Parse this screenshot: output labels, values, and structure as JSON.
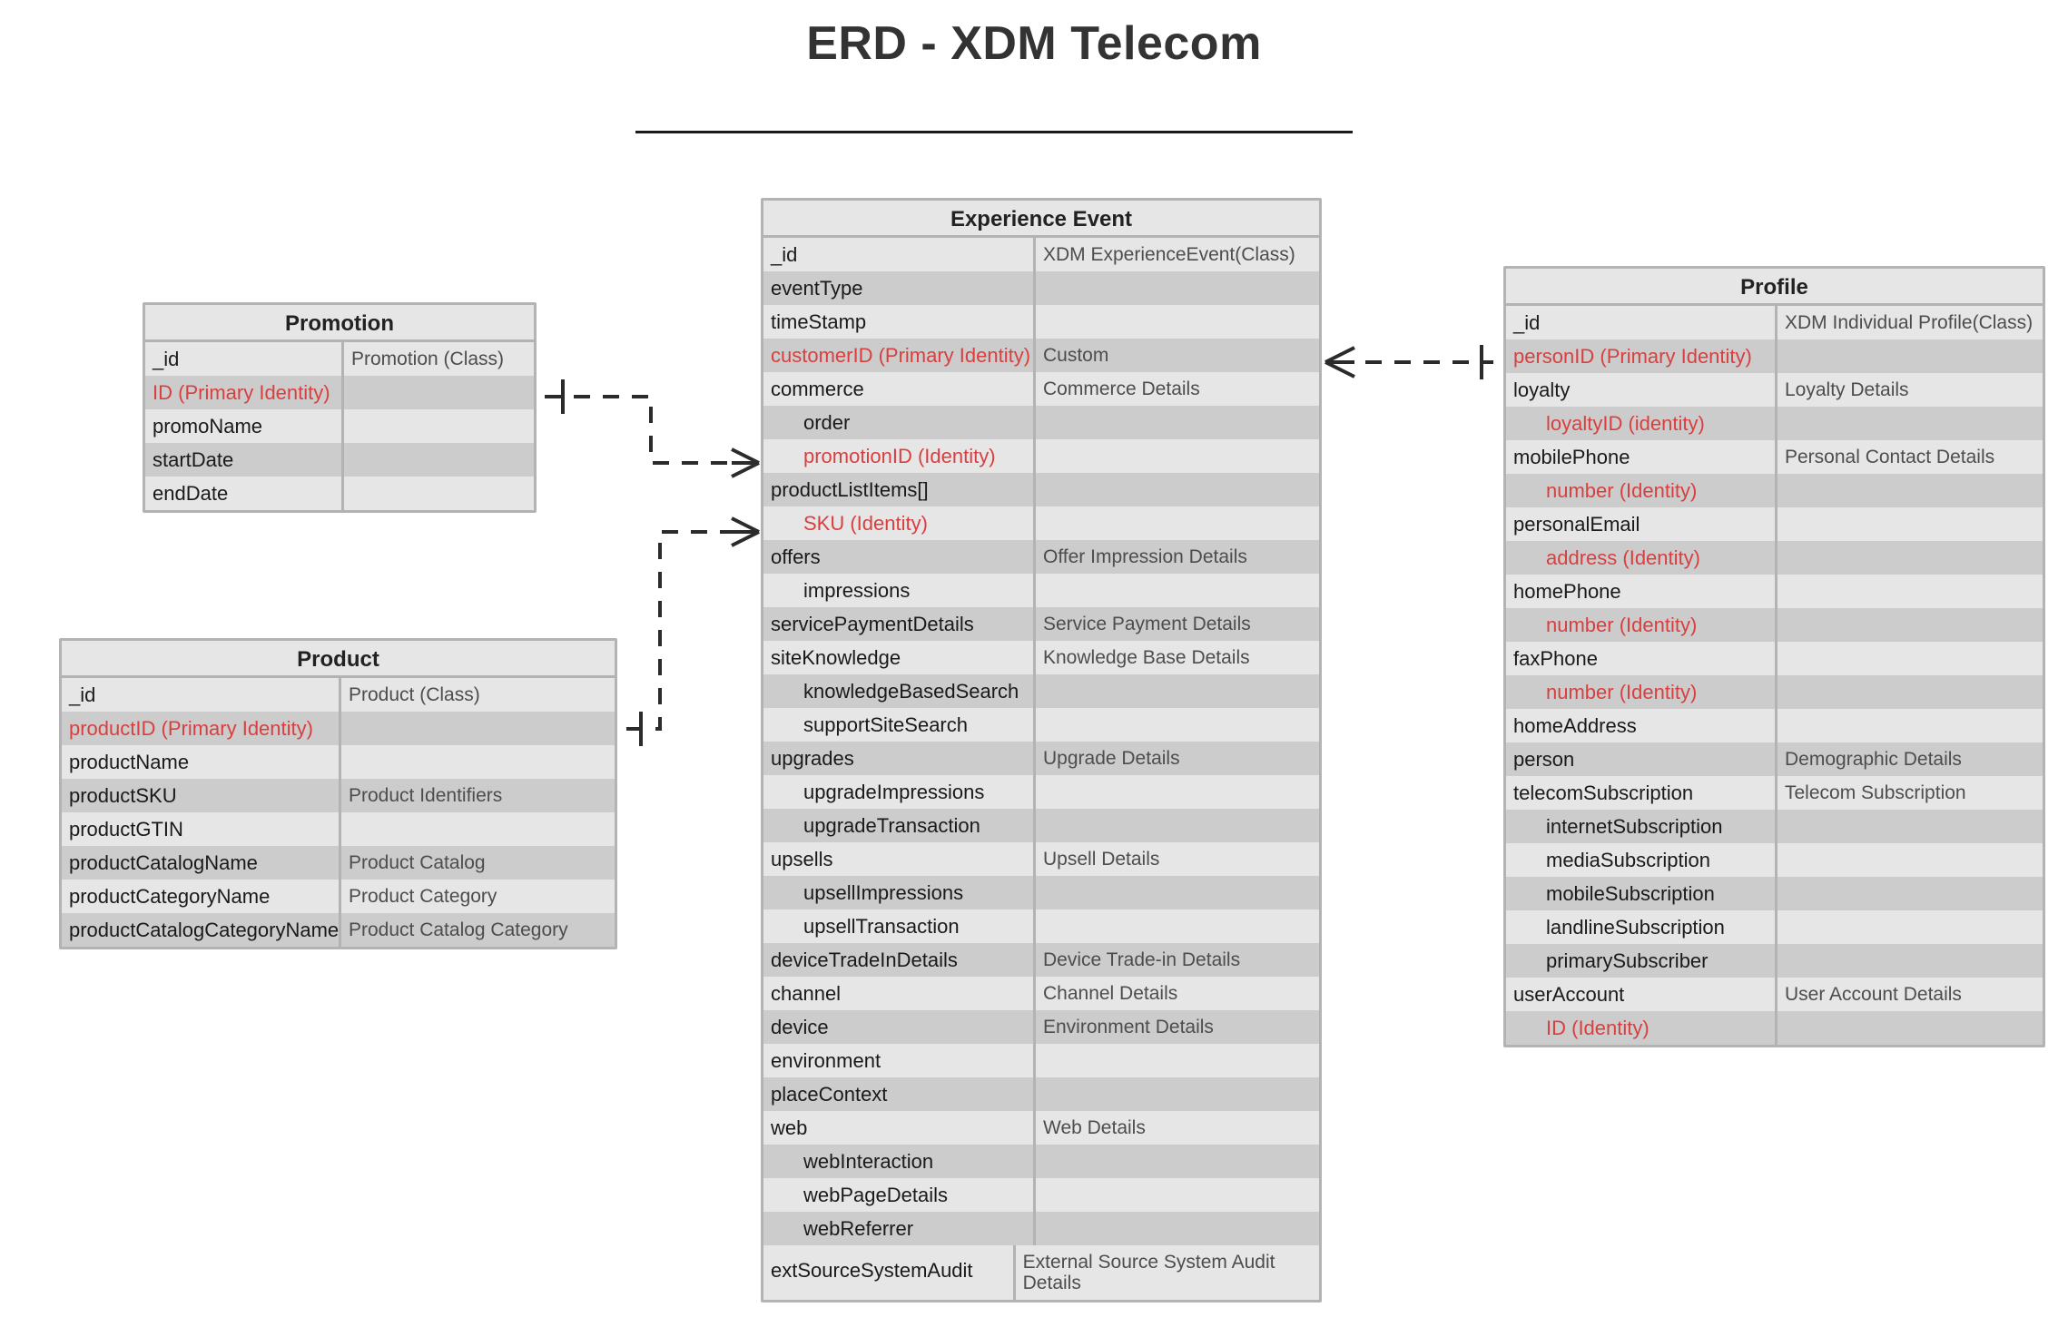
{
  "page": {
    "title": "ERD - XDM Telecom"
  },
  "colors": {
    "identity_red": "#d93f3f",
    "row_light": "#e6e6e6",
    "row_dark": "#cccccc",
    "border": "#b3b3b3",
    "title": "#333333"
  },
  "entities": [
    {
      "id": "promotion",
      "name": "Promotion",
      "rows": [
        {
          "name": "_id",
          "type": "Promotion (Class)",
          "identity": false
        },
        {
          "name": "ID (Primary Identity)",
          "type": "",
          "identity": true
        },
        {
          "name": "promoName",
          "type": "",
          "identity": false
        },
        {
          "name": "startDate",
          "type": "",
          "identity": false
        },
        {
          "name": "endDate",
          "type": "",
          "identity": false
        }
      ]
    },
    {
      "id": "product",
      "name": "Product",
      "rows": [
        {
          "name": "_id",
          "type": "Product (Class)",
          "identity": false
        },
        {
          "name": "productID (Primary Identity)",
          "type": "",
          "identity": true
        },
        {
          "name": "productName",
          "type": "",
          "identity": false
        },
        {
          "name": "productSKU",
          "type": "Product Identifiers",
          "identity": false
        },
        {
          "name": "productGTIN",
          "type": "",
          "identity": false
        },
        {
          "name": "productCatalogName",
          "type": "Product Catalog",
          "identity": false
        },
        {
          "name": "productCategoryName",
          "type": "Product Category",
          "identity": false
        },
        {
          "name": "productCatalogCategoryName",
          "type": "Product Catalog Category",
          "identity": false
        }
      ]
    },
    {
      "id": "experience-event",
      "name": "Experience Event",
      "rows": [
        {
          "name": "_id",
          "type": "XDM ExperienceEvent(Class)",
          "identity": false,
          "indent": 0
        },
        {
          "name": "eventType",
          "type": "",
          "identity": false,
          "indent": 0
        },
        {
          "name": "timeStamp",
          "type": "",
          "identity": false,
          "indent": 0
        },
        {
          "name": "customerID (Primary Identity)",
          "type": "Custom",
          "identity": true,
          "indent": 0
        },
        {
          "name": "commerce",
          "type": "Commerce Details",
          "identity": false,
          "indent": 0
        },
        {
          "name": "order",
          "type": "",
          "identity": false,
          "indent": 1
        },
        {
          "name": "promotionID (Identity)",
          "type": "",
          "identity": true,
          "indent": 1
        },
        {
          "name": "productListItems[]",
          "type": "",
          "identity": false,
          "indent": 0
        },
        {
          "name": "SKU (Identity)",
          "type": "",
          "identity": true,
          "indent": 1
        },
        {
          "name": "offers",
          "type": "Offer Impression Details",
          "identity": false,
          "indent": 0
        },
        {
          "name": "impressions",
          "type": "",
          "identity": false,
          "indent": 1
        },
        {
          "name": "servicePaymentDetails",
          "type": "Service Payment Details",
          "identity": false,
          "indent": 0
        },
        {
          "name": "siteKnowledge",
          "type": "Knowledge Base Details",
          "identity": false,
          "indent": 0
        },
        {
          "name": "knowledgeBasedSearch",
          "type": "",
          "identity": false,
          "indent": 1
        },
        {
          "name": "supportSiteSearch",
          "type": "",
          "identity": false,
          "indent": 1
        },
        {
          "name": "upgrades",
          "type": "Upgrade Details",
          "identity": false,
          "indent": 0
        },
        {
          "name": "upgradeImpressions",
          "type": "",
          "identity": false,
          "indent": 1
        },
        {
          "name": "upgradeTransaction",
          "type": "",
          "identity": false,
          "indent": 1
        },
        {
          "name": "upsells",
          "type": "Upsell Details",
          "identity": false,
          "indent": 0
        },
        {
          "name": "upsellImpressions",
          "type": "",
          "identity": false,
          "indent": 1
        },
        {
          "name": "upsellTransaction",
          "type": "",
          "identity": false,
          "indent": 1
        },
        {
          "name": "deviceTradeInDetails",
          "type": "Device Trade-in Details",
          "identity": false,
          "indent": 0
        },
        {
          "name": "channel",
          "type": "Channel Details",
          "identity": false,
          "indent": 0
        },
        {
          "name": "device",
          "type": "Environment Details",
          "identity": false,
          "indent": 0
        },
        {
          "name": "environment",
          "type": "",
          "identity": false,
          "indent": 0
        },
        {
          "name": "placeContext",
          "type": "",
          "identity": false,
          "indent": 0
        },
        {
          "name": "web",
          "type": "Web Details",
          "identity": false,
          "indent": 0
        },
        {
          "name": "webInteraction",
          "type": "",
          "identity": false,
          "indent": 1
        },
        {
          "name": "webPageDetails",
          "type": "",
          "identity": false,
          "indent": 1
        },
        {
          "name": "webReferrer",
          "type": "",
          "identity": false,
          "indent": 1
        },
        {
          "name": "extSourceSystemAudit",
          "type": "External Source System Audit Details",
          "identity": false,
          "indent": 0,
          "tall": true
        }
      ]
    },
    {
      "id": "profile",
      "name": "Profile",
      "rows": [
        {
          "name": "_id",
          "type": "XDM Individual Profile(Class)",
          "identity": false,
          "indent": 0
        },
        {
          "name": "personID (Primary Identity)",
          "type": "",
          "identity": true,
          "indent": 0
        },
        {
          "name": "loyalty",
          "type": "Loyalty Details",
          "identity": false,
          "indent": 0
        },
        {
          "name": "loyaltyID (identity)",
          "type": "",
          "identity": true,
          "indent": 1
        },
        {
          "name": "mobilePhone",
          "type": "Personal Contact Details",
          "identity": false,
          "indent": 0
        },
        {
          "name": "number (Identity)",
          "type": "",
          "identity": true,
          "indent": 1
        },
        {
          "name": "personalEmail",
          "type": "",
          "identity": false,
          "indent": 0
        },
        {
          "name": "address (Identity)",
          "type": "",
          "identity": true,
          "indent": 1
        },
        {
          "name": "homePhone",
          "type": "",
          "identity": false,
          "indent": 0
        },
        {
          "name": "number (Identity)",
          "type": "",
          "identity": true,
          "indent": 1
        },
        {
          "name": "faxPhone",
          "type": "",
          "identity": false,
          "indent": 0
        },
        {
          "name": "number (Identity)",
          "type": "",
          "identity": true,
          "indent": 1
        },
        {
          "name": "homeAddress",
          "type": "",
          "identity": false,
          "indent": 0
        },
        {
          "name": "person",
          "type": "Demographic Details",
          "identity": false,
          "indent": 0
        },
        {
          "name": "telecomSubscription",
          "type": "Telecom Subscription",
          "identity": false,
          "indent": 0
        },
        {
          "name": "internetSubscription",
          "type": "",
          "identity": false,
          "indent": 1
        },
        {
          "name": "mediaSubscription",
          "type": "",
          "identity": false,
          "indent": 1
        },
        {
          "name": "mobileSubscription",
          "type": "",
          "identity": false,
          "indent": 1
        },
        {
          "name": "landlineSubscription",
          "type": "",
          "identity": false,
          "indent": 1
        },
        {
          "name": "primarySubscriber",
          "type": "",
          "identity": false,
          "indent": 1
        },
        {
          "name": "userAccount",
          "type": "User Account Details",
          "identity": false,
          "indent": 0
        },
        {
          "name": "ID (Identity)",
          "type": "",
          "identity": true,
          "indent": 1
        }
      ]
    }
  ],
  "relationships": [
    {
      "id": "promotion-to-event",
      "from": "Promotion",
      "to": "Experience Event",
      "from_cardinality": "one",
      "to_cardinality": "many"
    },
    {
      "id": "product-to-event",
      "from": "Product",
      "to": "Experience Event",
      "from_cardinality": "one",
      "to_cardinality": "many"
    },
    {
      "id": "event-to-profile",
      "from": "Experience Event",
      "to": "Profile",
      "from_cardinality": "many",
      "to_cardinality": "one"
    }
  ]
}
